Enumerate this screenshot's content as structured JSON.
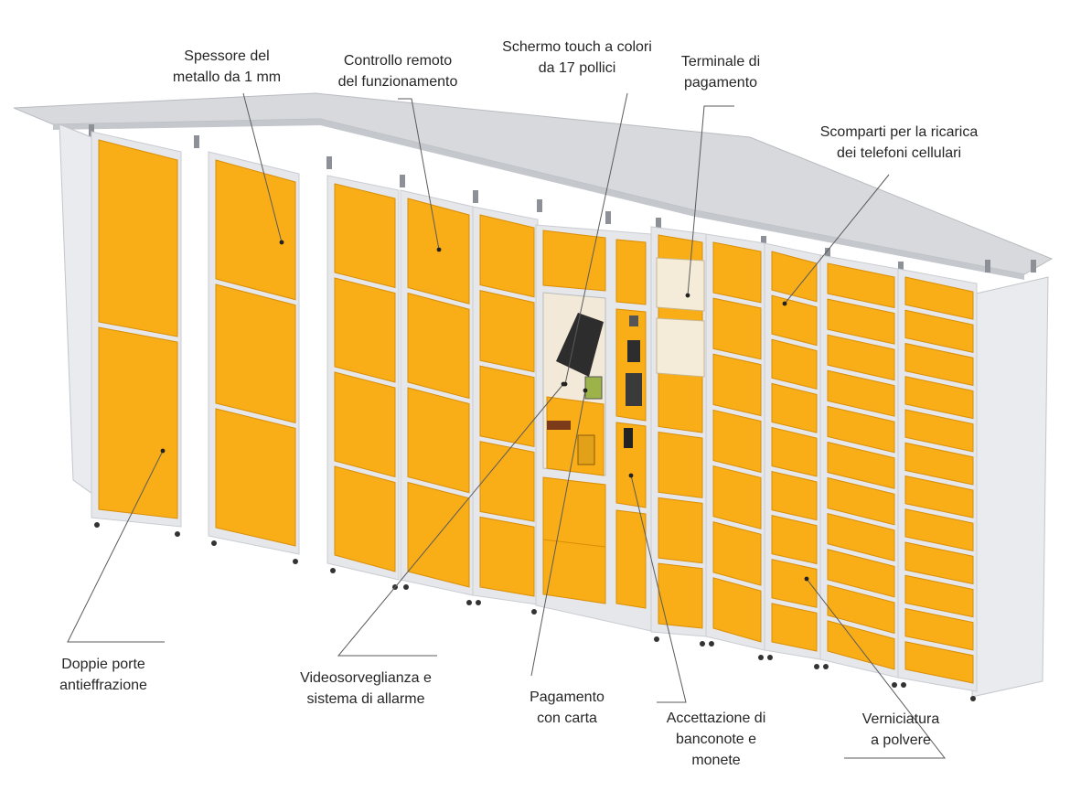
{
  "colors": {
    "door": "#f9ad17",
    "door_edge": "#d98e06",
    "frame": "#e6e7eb",
    "frame_shadow": "#c9ccd2",
    "roof": "#d7d9dc",
    "panel": "#e9ebee",
    "leader": "#5b5b5b",
    "screen": "#2d2d2d",
    "glass": "#f2e9d8"
  },
  "labels": {
    "metal_thickness": [
      "Spessore del",
      "metallo da 1 mm"
    ],
    "remote_control": [
      "Controllo remoto",
      "del funzionamento"
    ],
    "touch_screen": [
      "Schermo touch a colori",
      "da 17 pollici"
    ],
    "payment_terminal": [
      "Terminale di",
      "pagamento"
    ],
    "phone_charging": [
      "Scomparti per la ricarica",
      "dei telefoni cellulari"
    ],
    "double_doors": [
      "Doppie porte",
      "antieffrazione"
    ],
    "video_surveillance": [
      "Videosorveglianza e",
      "sistema di allarme"
    ],
    "card_payment": [
      "Pagamento",
      "con carta"
    ],
    "banknote_acceptance": [
      "Accettazione di",
      "banconote e",
      "monete"
    ],
    "powder_coating": [
      "Verniciatura",
      "a polvere"
    ]
  },
  "icons": {
    "screen": "touchscreen-icon",
    "card_reader": "card-reader-icon",
    "cash_slot": "cash-slot-icon",
    "camera": "camera-icon"
  }
}
